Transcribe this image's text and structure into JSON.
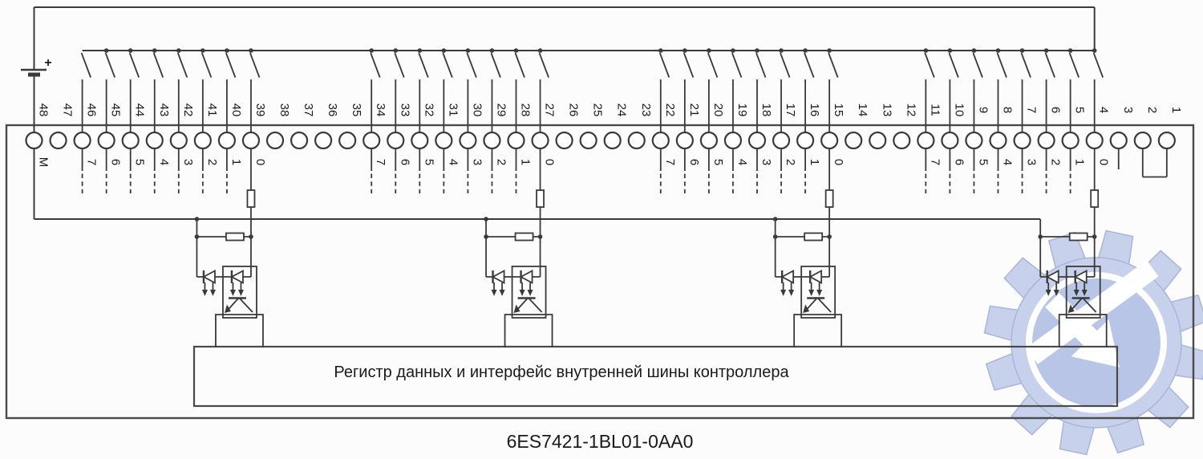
{
  "caption": "6ES7421-1BL01-0AA0",
  "module": {
    "register_label": "Регистр данных и интерфейс внутренней шины контроллера"
  },
  "battery": {
    "plus_label": "+"
  },
  "terminals": [
    {
      "num": 48,
      "channel": "M"
    },
    {
      "num": 47,
      "channel": ""
    },
    {
      "num": 46,
      "channel": "7"
    },
    {
      "num": 45,
      "channel": "6"
    },
    {
      "num": 44,
      "channel": "5"
    },
    {
      "num": 43,
      "channel": "4"
    },
    {
      "num": 42,
      "channel": "3"
    },
    {
      "num": 41,
      "channel": "2"
    },
    {
      "num": 40,
      "channel": "1"
    },
    {
      "num": 39,
      "channel": "0"
    },
    {
      "num": 38,
      "channel": ""
    },
    {
      "num": 37,
      "channel": ""
    },
    {
      "num": 36,
      "channel": ""
    },
    {
      "num": 35,
      "channel": ""
    },
    {
      "num": 34,
      "channel": "7"
    },
    {
      "num": 33,
      "channel": "6"
    },
    {
      "num": 32,
      "channel": "5"
    },
    {
      "num": 31,
      "channel": "4"
    },
    {
      "num": 30,
      "channel": "3"
    },
    {
      "num": 29,
      "channel": "2"
    },
    {
      "num": 28,
      "channel": "1"
    },
    {
      "num": 27,
      "channel": "0"
    },
    {
      "num": 26,
      "channel": ""
    },
    {
      "num": 25,
      "channel": ""
    },
    {
      "num": 24,
      "channel": ""
    },
    {
      "num": 23,
      "channel": ""
    },
    {
      "num": 22,
      "channel": "7"
    },
    {
      "num": 21,
      "channel": "6"
    },
    {
      "num": 20,
      "channel": "5"
    },
    {
      "num": 19,
      "channel": "4"
    },
    {
      "num": 18,
      "channel": "3"
    },
    {
      "num": 17,
      "channel": "2"
    },
    {
      "num": 16,
      "channel": "1"
    },
    {
      "num": 15,
      "channel": "0"
    },
    {
      "num": 14,
      "channel": ""
    },
    {
      "num": 13,
      "channel": ""
    },
    {
      "num": 12,
      "channel": ""
    },
    {
      "num": 11,
      "channel": "7"
    },
    {
      "num": 10,
      "channel": "6"
    },
    {
      "num": 9,
      "channel": "5"
    },
    {
      "num": 8,
      "channel": "4"
    },
    {
      "num": 7,
      "channel": "3"
    },
    {
      "num": 6,
      "channel": "2"
    },
    {
      "num": 5,
      "channel": "1"
    },
    {
      "num": 4,
      "channel": "0"
    },
    {
      "num": 3,
      "channel": "",
      "stub": true
    },
    {
      "num": 2,
      "channel": "",
      "jumper": true
    },
    {
      "num": 1,
      "channel": "",
      "jumper": true
    }
  ],
  "colors": {
    "wire": "#3a3a3a",
    "box": "#4a4a4a",
    "background": "#fcfcfc",
    "watermark_ring": "#c8d1eb",
    "watermark_disc": "#b9c5e7",
    "watermark_outline": "#a9b5da",
    "watermark_mark": "#ffffff"
  }
}
